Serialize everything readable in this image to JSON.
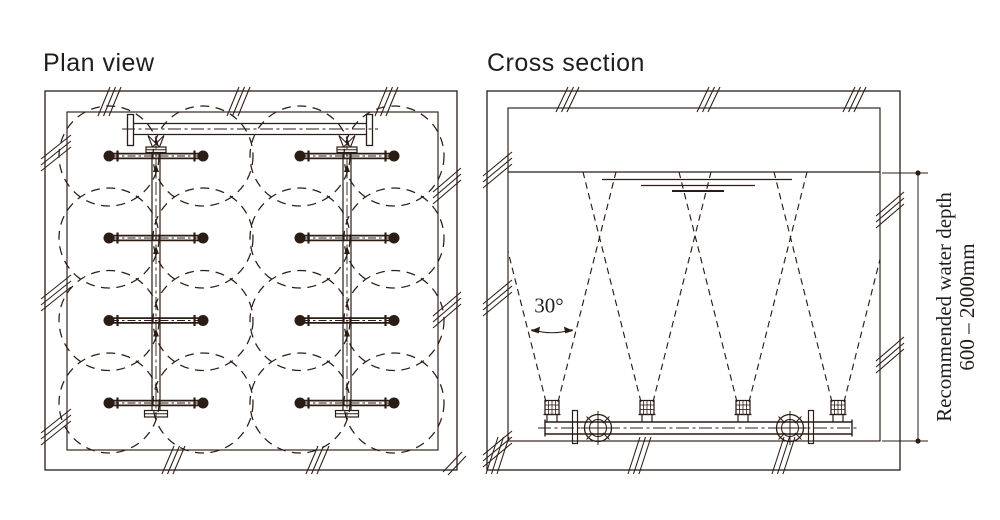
{
  "panels": {
    "plan": {
      "title": "Plan view"
    },
    "cross": {
      "title": "Cross section"
    }
  },
  "annotations": {
    "cone_angle": "30°",
    "water_depth_line1": "Recommended water depth",
    "water_depth_line2": "600 – 2000mm"
  },
  "colors": {
    "line": "#2b1c15",
    "text": "#221d1b",
    "background": "#ffffff"
  }
}
